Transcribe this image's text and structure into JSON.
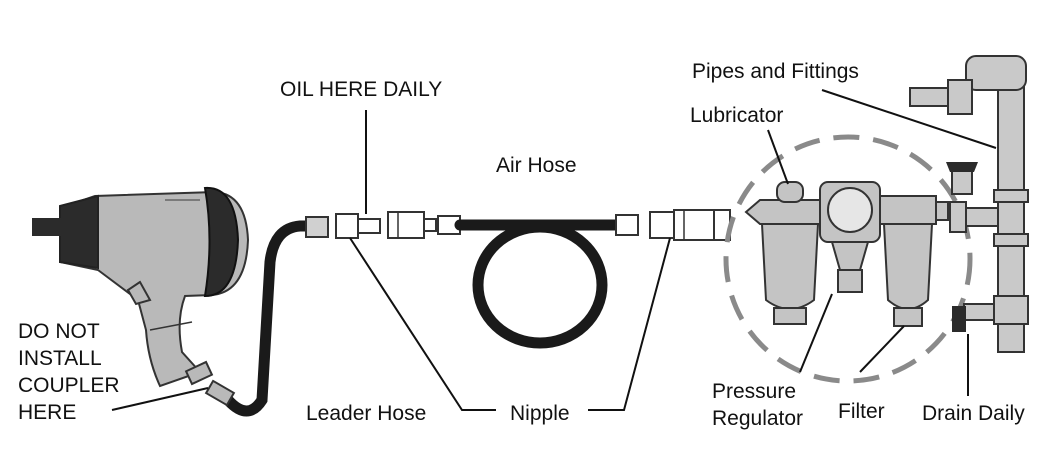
{
  "labels": {
    "oil_here_daily": "OIL HERE DAILY",
    "do_not_install": [
      "DO NOT",
      "INSTALL",
      "COUPLER",
      "HERE"
    ],
    "air_hose": "Air Hose",
    "leader_hose": "Leader Hose",
    "nipple": "Nipple",
    "pipes_and_fittings": "Pipes and Fittings",
    "lubricator": "Lubricator",
    "pressure_regulator": [
      "Pressure",
      "Regulator"
    ],
    "filter": "Filter",
    "drain_daily": "Drain Daily"
  },
  "colors": {
    "tool_fill": "#b9b9b9",
    "tool_dark": "#2b2b2b",
    "hose": "#1a1a1a",
    "frl_fill": "#c4c4c4",
    "dashed_circle": "#8a8a8a",
    "outline": "#333333"
  }
}
